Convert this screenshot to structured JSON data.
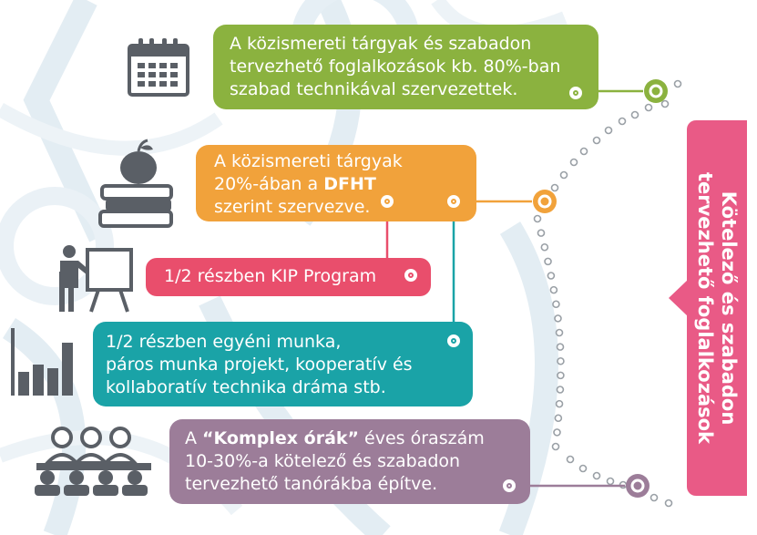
{
  "boxes": {
    "green": {
      "lines": [
        "A közismereti tárgyak és szabadon",
        "tervezhető foglalkozások kb. 80%-ban",
        "szabad technikával szervezettek."
      ],
      "color": "#8bb23f"
    },
    "orange": {
      "line1": "A közismereti tárgyak",
      "line2_prefix": "20%-ában a ",
      "line2_bold": "DFHT",
      "line3": "szerint szervezve.",
      "color": "#f1a23b"
    },
    "pink": {
      "text": "1/2 részben KIP Program",
      "color": "#e94e6c"
    },
    "teal": {
      "lines": [
        "1/2 részben egyéni munka,",
        "páros munka projekt, kooperatív és",
        "kollaboratív technika dráma stb."
      ],
      "color": "#1aa3a7"
    },
    "purple": {
      "line1_prefix": "A ",
      "line1_bold": "“Komplex órák”",
      "line1_suffix": " éves óraszám",
      "line2": "10-30%-a kötelező és szabadon",
      "line3": "tervezhető tanórákba építve.",
      "color": "#9c7d99"
    }
  },
  "side_label": {
    "lines": [
      "Kötelező és szabadon",
      "tervezhető foglalkozások"
    ],
    "color": "#e95a86"
  },
  "icons": [
    "calendar-icon",
    "apple-books-icon",
    "teacher-board-icon",
    "bar-chart-icon",
    "group-icon"
  ],
  "connector_color": "#8bb23f",
  "dot_color": "#9aa0a6"
}
